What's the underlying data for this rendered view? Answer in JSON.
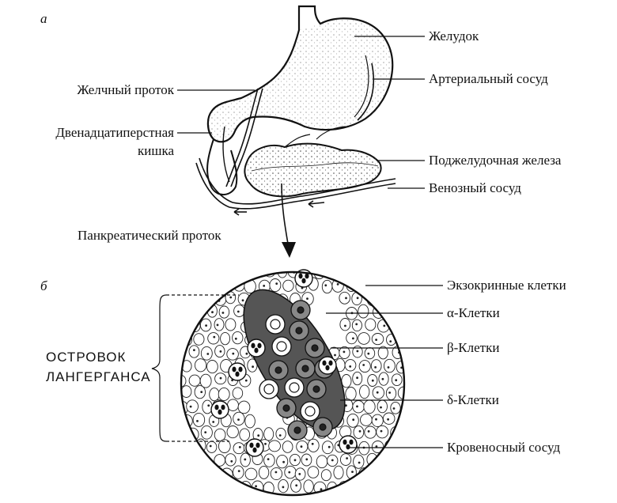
{
  "panel_a": {
    "letter": "а",
    "labels": {
      "stomach": "Желудок",
      "bile_duct": "Желчный проток",
      "artery": "Артериальный сосуд",
      "duodenum_1": "Двенадцатиперстная",
      "duodenum_2": "кишка",
      "pancreas": "Поджелудочная железа",
      "vein": "Венозный сосуд",
      "pancreatic_duct": "Панкреатический проток"
    }
  },
  "panel_b": {
    "letter": "б",
    "island_1": "ОСТРОВОК",
    "island_2": "ЛАНГЕРГАНСА",
    "labels": {
      "exocrine": "Экзокринные клетки",
      "alpha": "α-Клетки",
      "beta": "β-Клетки",
      "delta": "δ-Клетки",
      "blood_vessel": "Кровеносный сосуд"
    }
  }
}
